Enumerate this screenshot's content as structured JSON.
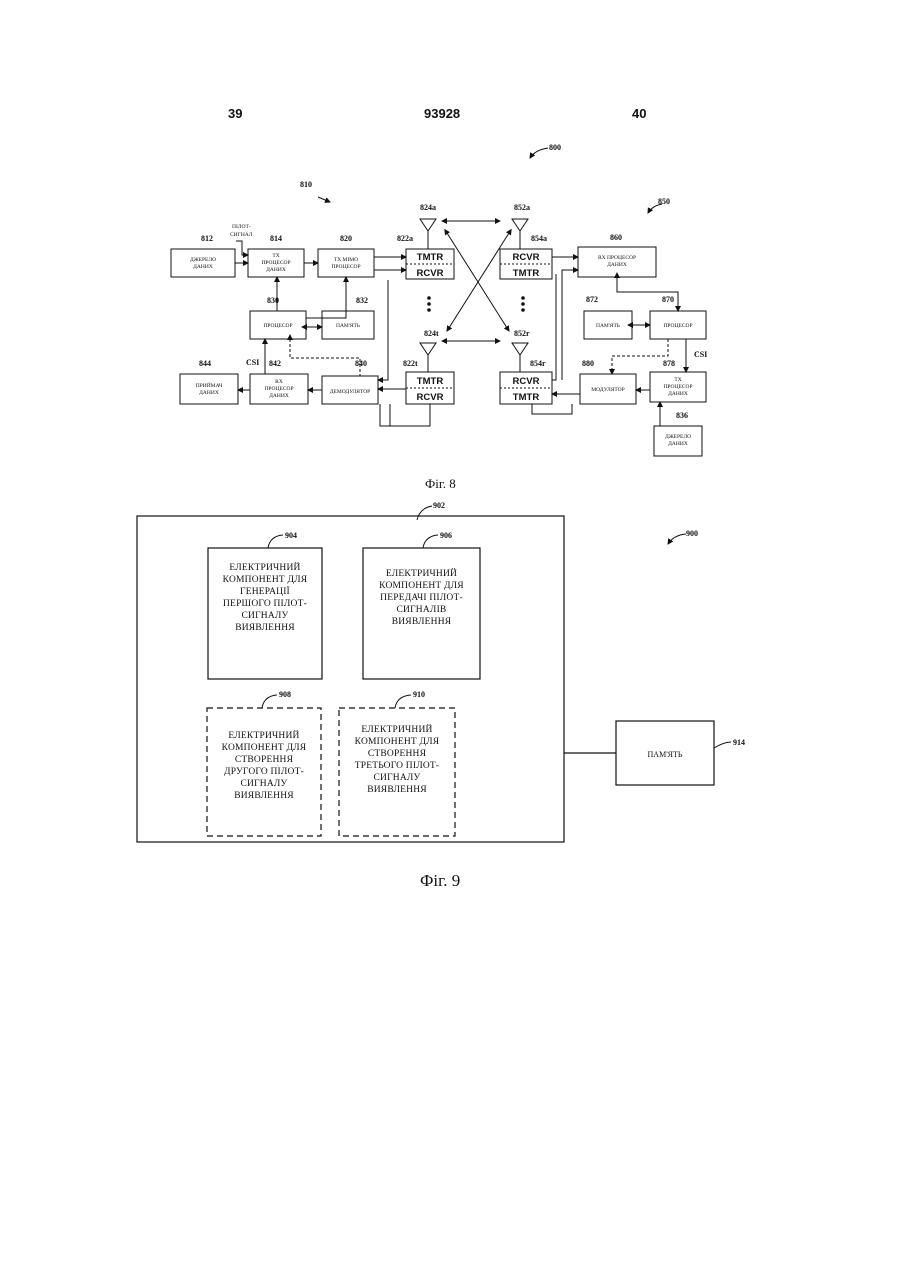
{
  "header": {
    "page_left": "39",
    "doc_number": "93928",
    "page_right": "40"
  },
  "fig8": {
    "caption": "Фіг. 8",
    "refs": {
      "r800": "800",
      "r810": "810",
      "r850": "850",
      "r812": "812",
      "r814": "814",
      "r820": "820",
      "r822a": "822a",
      "r822t": "822t",
      "r824a": "824a",
      "r824t": "824t",
      "r830": "830",
      "r832": "832",
      "r840": "840",
      "r842": "842",
      "r844": "844",
      "r852a": "852a",
      "r852r": "852r",
      "r854a": "854a",
      "r854r": "854r",
      "r860": "860",
      "r870": "870",
      "r872": "872",
      "r878": "878",
      "r880": "880",
      "r836": "836"
    },
    "labels": {
      "pilot_1": "ПІЛОТ-",
      "pilot_2": "СИГНАЛ",
      "src_1": "ДЖЕРЕЛО",
      "src_2": "ДАНИХ",
      "txp_1": "TX",
      "txp_2": "ПРОЦЕСОР",
      "txp_3": "ДАНИХ",
      "mimo_1": "TX MIMO",
      "mimo_2": "ПРОЦЕСОР",
      "proc": "ПРОЦЕСОР",
      "mem": "ПАМ'ЯТЬ",
      "csi": "CSI",
      "sink_1": "ПРИЙМАЧ",
      "sink_2": "ДАНИХ",
      "rxp_1": "RX",
      "rxp_2": "ПРОЦЕСОР",
      "rxp_3": "ДАНИХ",
      "demod": "ДЕМОДУЛЯТОР",
      "tmtr": "TMTR",
      "rcvr": "RCVR",
      "rx860_1": "RX ПРОЦЕСОР",
      "rx860_2": "ДАНИХ",
      "mod": "МОДУЛЯТОР",
      "src836_1": "ДЖЕРЕЛО",
      "src836_2": "ДАНИХ"
    }
  },
  "fig9": {
    "caption": "Фіг. 9",
    "refs": {
      "r900": "900",
      "r902": "902",
      "r904": "904",
      "r906": "906",
      "r908": "908",
      "r910": "910",
      "r914": "914"
    },
    "block904": [
      "ЕЛЕКТРИЧНИЙ",
      "КОМПОНЕНТ ДЛЯ",
      "ГЕНЕРАЦІЇ",
      "ПЕРШОГО ПІЛОТ-",
      "СИГНАЛУ",
      "ВИЯВЛЕННЯ"
    ],
    "block906": [
      "ЕЛЕКТРИЧНИЙ",
      "КОМПОНЕНТ ДЛЯ",
      "ПЕРЕДАЧІ ПІЛОТ-",
      "СИГНАЛІВ",
      "ВИЯВЛЕННЯ"
    ],
    "block908": [
      "ЕЛЕКТРИЧНИЙ",
      "КОМПОНЕНТ ДЛЯ",
      "СТВОРЕННЯ",
      "ДРУГОГО ПІЛОТ-",
      "СИГНАЛУ",
      "ВИЯВЛЕННЯ"
    ],
    "block910": [
      "ЕЛЕКТРИЧНИЙ",
      "КОМПОНЕНТ ДЛЯ",
      "СТВОРЕННЯ",
      "ТРЕТЬОГО ПІЛОТ-",
      "СИГНАЛУ",
      "ВИЯВЛЕННЯ"
    ],
    "memory": "ПАМ'ЯТЬ"
  }
}
